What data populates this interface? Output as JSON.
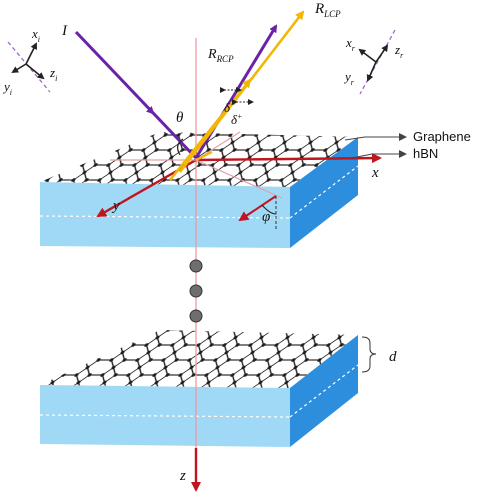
{
  "labels": {
    "incident": "I",
    "r_lcp_main": "R",
    "r_lcp_sub": "LCP",
    "r_rcp_main": "R",
    "r_rcp_sub": "RCP",
    "theta": "θ",
    "delta_minus": "δ",
    "delta_minus_sup": "−",
    "delta_plus": "δ",
    "delta_plus_sup": "+",
    "phi": "φ",
    "axis_x": "x",
    "axis_y": "y",
    "axis_z": "z",
    "thickness": "d",
    "graphene": "Graphene",
    "hbn": "hBN",
    "xi": "x",
    "xi_sub": "i",
    "yi": "y",
    "yi_sub": "i",
    "zi": "z",
    "zi_sub": "i",
    "xr": "x",
    "xr_sub": "r",
    "yr": "y",
    "yr_sub": "r",
    "zr": "z",
    "zr_sub": "r"
  },
  "colors": {
    "incident": "#6a23a8",
    "reflected": "#f2b705",
    "axes": "#c0151f",
    "block_front": "#9fd9f5",
    "block_side": "#2e8ede",
    "block_top": "#cfeefc",
    "lattice": "#1e1e1e"
  },
  "icons": [
    "incident-frame-icon",
    "reflected-frame-icon",
    "ellipsis-dots-icon"
  ]
}
